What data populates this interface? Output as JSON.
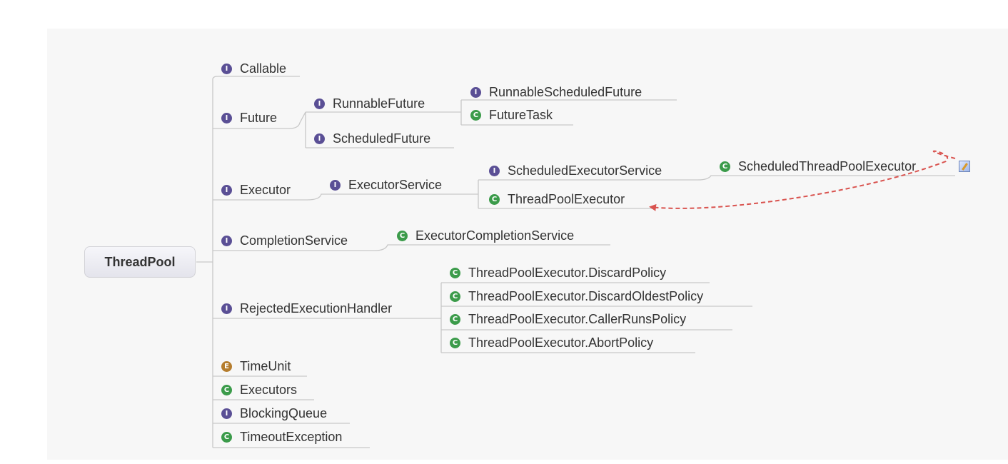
{
  "root": {
    "label": "ThreadPool"
  },
  "nodes": {
    "callable": {
      "label": "Callable",
      "kind": "i"
    },
    "future": {
      "label": "Future",
      "kind": "i"
    },
    "runnable_future": {
      "label": "RunnableFuture",
      "kind": "i"
    },
    "runnable_scheduled_future": {
      "label": "RunnableScheduledFuture",
      "kind": "i"
    },
    "future_task": {
      "label": "FutureTask",
      "kind": "c"
    },
    "scheduled_future": {
      "label": "ScheduledFuture",
      "kind": "i"
    },
    "executor": {
      "label": "Executor",
      "kind": "i"
    },
    "executor_service": {
      "label": "ExecutorService",
      "kind": "i"
    },
    "scheduled_executor_service": {
      "label": "ScheduledExecutorService",
      "kind": "i"
    },
    "scheduled_thread_pool_executor": {
      "label": "ScheduledThreadPoolExecutor",
      "kind": "c"
    },
    "thread_pool_executor": {
      "label": "ThreadPoolExecutor",
      "kind": "c"
    },
    "completion_service": {
      "label": "CompletionService",
      "kind": "i"
    },
    "executor_completion_service": {
      "label": "ExecutorCompletionService",
      "kind": "c"
    },
    "rejected_execution_handler": {
      "label": "RejectedExecutionHandler",
      "kind": "i"
    },
    "discard_policy": {
      "label": "ThreadPoolExecutor.DiscardPolicy",
      "kind": "c"
    },
    "discard_oldest_policy": {
      "label": "ThreadPoolExecutor.DiscardOldestPolicy",
      "kind": "c"
    },
    "caller_runs_policy": {
      "label": "ThreadPoolExecutor.CallerRunsPolicy",
      "kind": "c"
    },
    "abort_policy": {
      "label": "ThreadPoolExecutor.AbortPolicy",
      "kind": "c"
    },
    "time_unit": {
      "label": "TimeUnit",
      "kind": "e"
    },
    "executors": {
      "label": "Executors",
      "kind": "c"
    },
    "blocking_queue": {
      "label": "BlockingQueue",
      "kind": "i"
    },
    "timeout_exception": {
      "label": "TimeoutException",
      "kind": "c"
    }
  },
  "badge_glyphs": {
    "i": "I",
    "c": "C",
    "e": "E"
  },
  "colors": {
    "interface_badge": "#5a4f95",
    "class_badge": "#3b9b4a",
    "enum_badge": "#b57d2e",
    "branch_line": "#c8c8c8",
    "relationship_arrow": "#d9534f"
  },
  "relationship": {
    "from": "scheduled_thread_pool_executor",
    "to": "thread_pool_executor",
    "style": "dashed-arrow"
  },
  "note_icon": "note-icon"
}
